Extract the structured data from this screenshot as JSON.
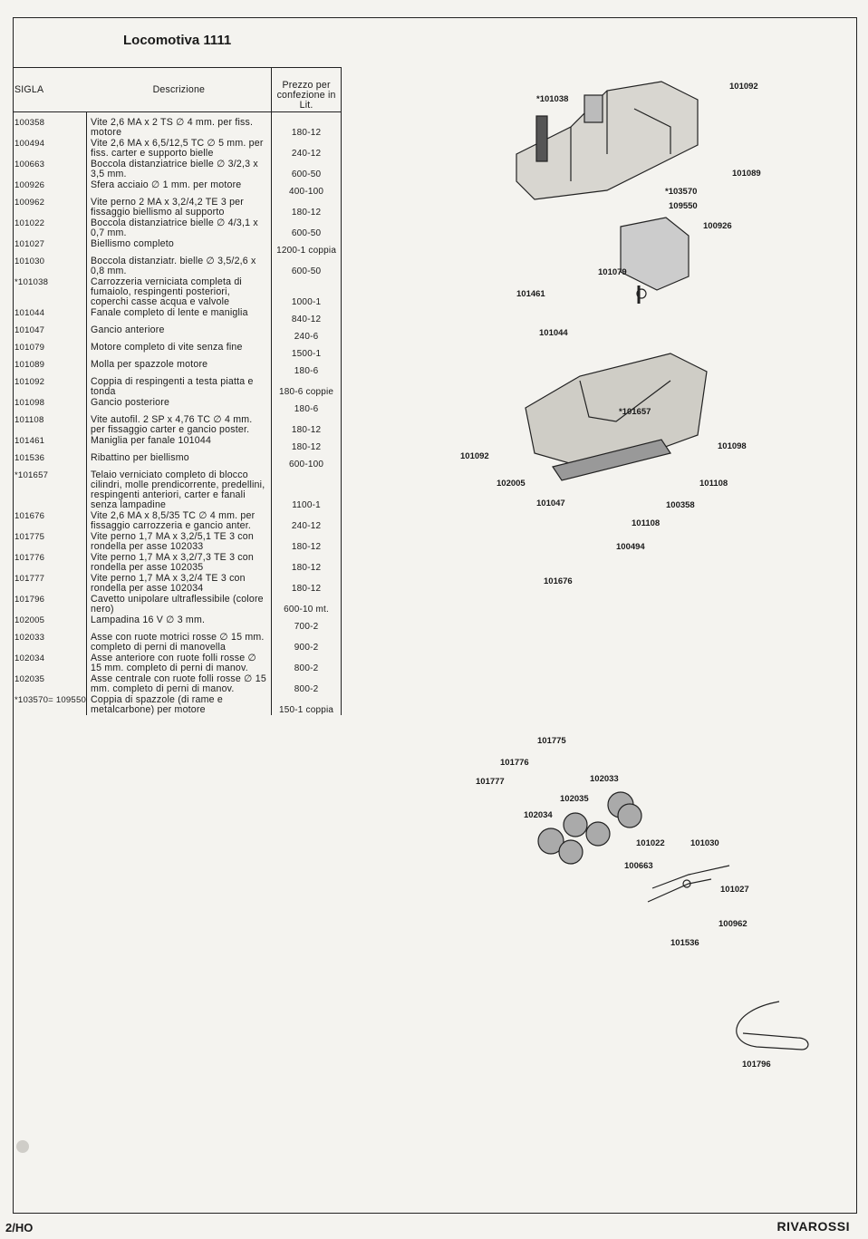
{
  "title": "Locomotiva 1111",
  "table": {
    "headers": {
      "sigla": "SIGLA",
      "descrizione": "Descrizione",
      "prezzo": "Prezzo per confezione in Lit."
    },
    "rows": [
      {
        "code": "100358",
        "desc": "Vite 2,6 MA x 2 TS ∅ 4 mm. per fiss. motore",
        "price": "180-12"
      },
      {
        "code": "100494",
        "desc": "Vite 2,6 MA x 6,5/12,5 TC ∅ 5 mm. per fiss. carter e supporto bielle",
        "price": "240-12"
      },
      {
        "code": "100663",
        "desc": "Boccola distanziatrice bielle ∅ 3/2,3 x 3,5 mm.",
        "price": "600-50"
      },
      {
        "code": "100926",
        "desc": "Sfera acciaio ∅ 1 mm. per motore",
        "price": "400-100"
      },
      {
        "code": "100962",
        "desc": "Vite perno 2 MA x 3,2/4,2 TE 3 per fissaggio biellismo al supporto",
        "price": "180-12"
      },
      {
        "code": "101022",
        "desc": "Boccola distanziatrice bielle ∅ 4/3,1 x 0,7 mm.",
        "price": "600-50"
      },
      {
        "code": "101027",
        "desc": "Biellismo completo",
        "price": "1200-1 coppia"
      },
      {
        "code": "101030",
        "desc": "Boccola distanziatr. bielle ∅ 3,5/2,6 x 0,8 mm.",
        "price": "600-50"
      },
      {
        "code": "*101038",
        "desc": "Carrozzeria verniciata completa di fumaiolo, respingenti posteriori, coperchi casse acqua e valvole",
        "price": "1000-1"
      },
      {
        "code": "101044",
        "desc": "Fanale completo di lente e maniglia",
        "price": "840-12"
      },
      {
        "code": "101047",
        "desc": "Gancio anteriore",
        "price": "240-6"
      },
      {
        "code": "101079",
        "desc": "Motore completo di vite senza fine",
        "price": "1500-1"
      },
      {
        "code": "101089",
        "desc": "Molla per spazzole motore",
        "price": "180-6"
      },
      {
        "code": "101092",
        "desc": "Coppia di respingenti a testa piatta e tonda",
        "price": "180-6 coppie"
      },
      {
        "code": "101098",
        "desc": "Gancio posteriore",
        "price": "180-6"
      },
      {
        "code": "101108",
        "desc": "Vite autofil. 2 SP x 4,76 TC ∅ 4 mm. per fissaggio carter e gancio poster.",
        "price": "180-12"
      },
      {
        "code": "101461",
        "desc": "Maniglia per fanale 101044",
        "price": "180-12"
      },
      {
        "code": "101536",
        "desc": "Ribattino per biellismo",
        "price": "600-100"
      },
      {
        "code": "*101657",
        "desc": "Telaio verniciato completo di blocco cilindri, molle prendicorrente, predellini, respingenti anteriori, carter e fanali senza lampadine",
        "price": "1100-1"
      },
      {
        "code": "101676",
        "desc": "Vite 2,6 MA x 8,5/35 TC ∅ 4 mm. per fissaggio carrozzeria e gancio anter.",
        "price": "240-12"
      },
      {
        "code": "101775",
        "desc": "Vite perno 1,7 MA x 3,2/5,1 TE 3 con rondella per asse 102033",
        "price": "180-12"
      },
      {
        "code": "101776",
        "desc": "Vite perno 1,7 MA x 3,2/7,3 TE 3 con rondella per asse 102035",
        "price": "180-12"
      },
      {
        "code": "101777",
        "desc": "Vite perno 1,7 MA x 3,2/4 TE 3 con rondella per asse 102034",
        "price": "180-12"
      },
      {
        "code": "101796",
        "desc": "Cavetto unipolare ultraflessibile (colore nero)",
        "price": "600-10 mt."
      },
      {
        "code": "102005",
        "desc": "Lampadina 16 V ∅ 3 mm.",
        "price": "700-2"
      },
      {
        "code": "102033",
        "desc": "Asse con ruote motrici rosse ∅ 15 mm. completo di perni di manovella",
        "price": "900-2"
      },
      {
        "code": "102034",
        "desc": "Asse anteriore con ruote folli rosse ∅ 15 mm. completo di perni di manov.",
        "price": "800-2"
      },
      {
        "code": "102035",
        "desc": "Asse centrale con ruote folli rosse ∅ 15 mm. completo di perni di manov.",
        "price": "800-2"
      },
      {
        "code": "*103570= 109550",
        "desc": "Coppia di spazzole (di rame e metalcarbone) per motore",
        "price": "150-1 coppia"
      }
    ]
  },
  "diagram_labels": [
    "*101038",
    "101092",
    "101089",
    "*103570",
    "109550",
    "100926",
    "101079",
    "101461",
    "101044",
    "*101657",
    "101098",
    "101092",
    "102005",
    "101108",
    "101047",
    "100358",
    "101108",
    "100494",
    "101676",
    "101775",
    "101776",
    "101777",
    "102033",
    "102035",
    "102034",
    "101022",
    "101030",
    "100663",
    "101027",
    "100962",
    "101536",
    "101796"
  ],
  "footer": {
    "page": "2/HO",
    "brand": "RIVAROSSI"
  }
}
